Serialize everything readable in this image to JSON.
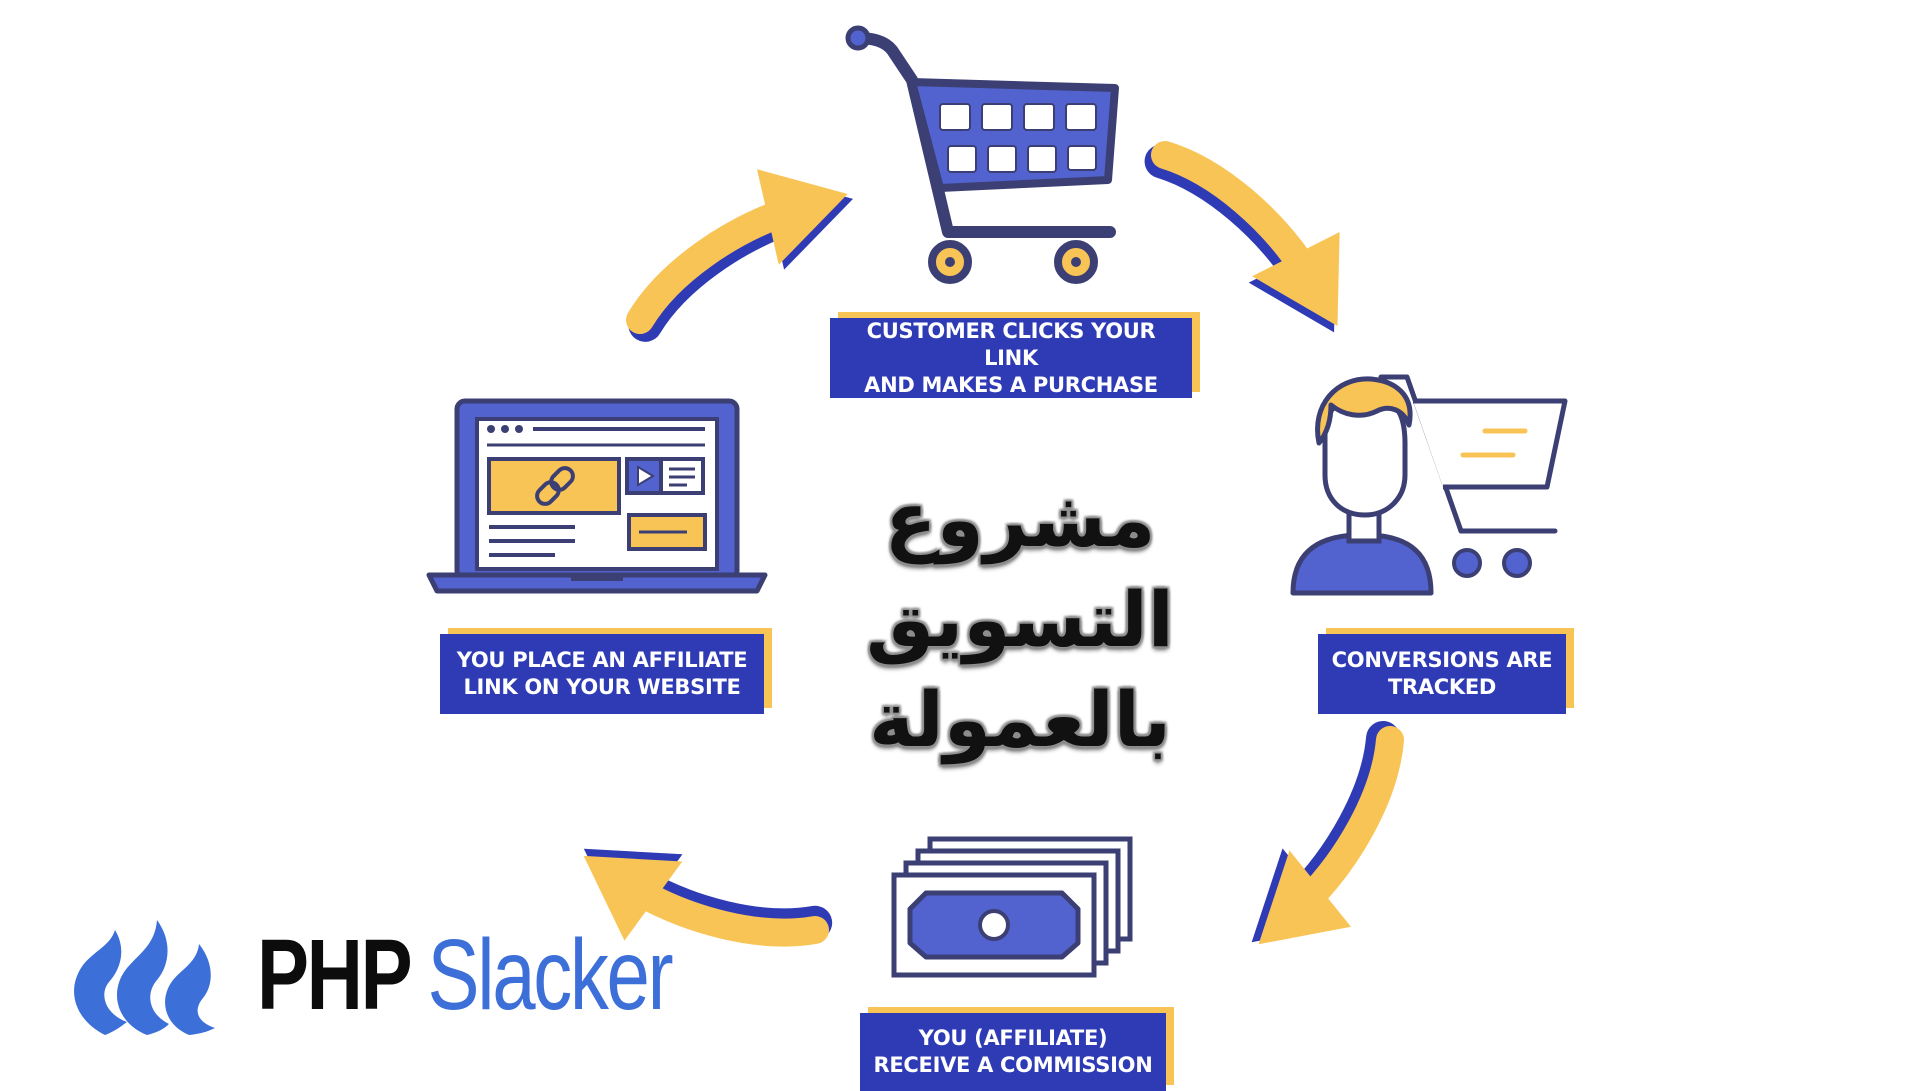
{
  "title": {
    "line1": "مشروع التسويق",
    "line2": "بالعمولة"
  },
  "steps": [
    {
      "line1": "CUSTOMER CLICKS YOUR LINK",
      "line2": "AND MAKES A PURCHASE"
    },
    {
      "line1": "CONVERSIONS ARE",
      "line2": "TRACKED"
    },
    {
      "line1": "YOU (AFFILIATE)",
      "line2": "RECEIVE A COMMISSION"
    },
    {
      "line1": "YOU PLACE AN AFFILIATE",
      "line2": "LINK ON YOUR WEBSITE"
    }
  ],
  "brand": {
    "part1": "PHP",
    "part2": "Slacker"
  },
  "icons": [
    "shopping-cart-icon",
    "customer-with-cart-icon",
    "money-stack-icon",
    "laptop-affiliate-link-icon",
    "flame-logo-icon"
  ],
  "colors": {
    "primary_blue": "#2f3bb5",
    "icon_blue": "#5263cf",
    "outline": "#3b3f73",
    "accent_yellow": "#f9c456",
    "brand_blue": "#3d6fd9",
    "text_dark": "#111111"
  }
}
